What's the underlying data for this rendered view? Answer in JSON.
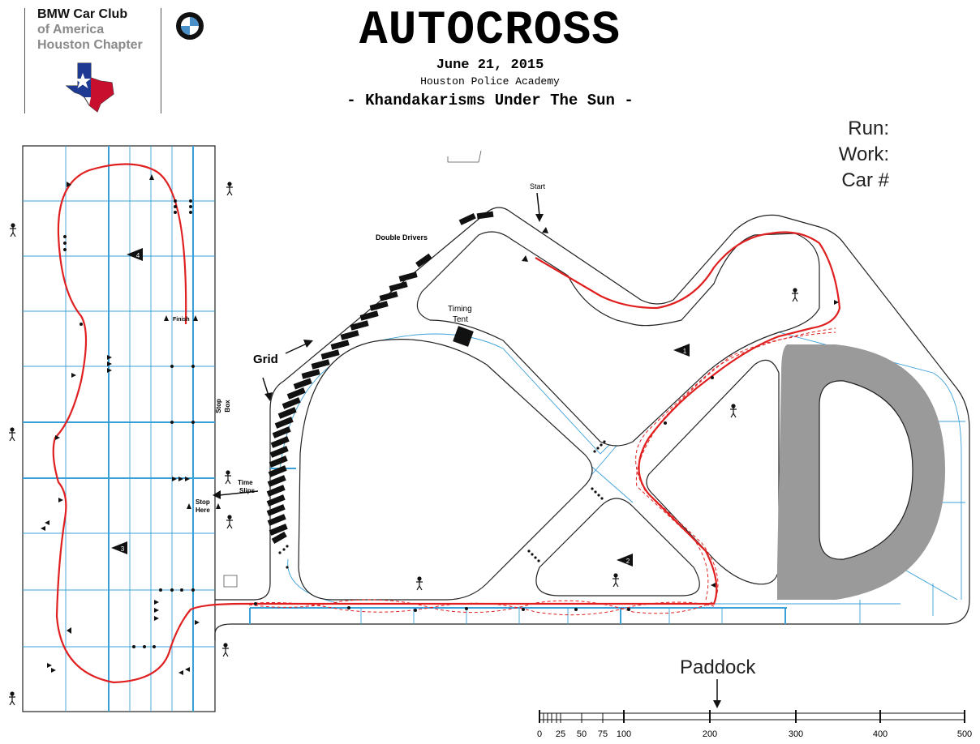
{
  "header": {
    "club_line1": "BMW Car Club",
    "club_line2": "of America",
    "club_line3": "Houston Chapter",
    "title": "AUTOCROSS",
    "date": "June 21, 2015",
    "venue": "Houston Police Academy",
    "subtitle": "- Khandakarisms Under The Sun -"
  },
  "fields": {
    "run": "Run:",
    "work": "Work:",
    "car": "Car #"
  },
  "labels": {
    "start": "Start",
    "double_drivers": "Double Drivers",
    "timing_tent_1": "Timing",
    "timing_tent_2": "Tent",
    "grid": "Grid",
    "stop_box_1": "Stop",
    "stop_box_2": "Box",
    "time_slips_1": "Time",
    "time_slips_2": "Slips",
    "stop_here_1": "Stop",
    "stop_here_2": "Here",
    "finish": "Finish",
    "paddock": "Paddock"
  },
  "markers": [
    "1",
    "2",
    "3",
    "4"
  ],
  "scale": {
    "ticks": [
      "0",
      "25",
      "50",
      "75",
      "100",
      "200",
      "300",
      "400",
      "500"
    ]
  },
  "colors": {
    "route": "#e02020",
    "grid_lines": "#3aa0d8",
    "track": "#222222",
    "skidpad": "#9a9a9a"
  },
  "icons": [
    "texas-flag-icon",
    "bmw-roundel-icon",
    "course-worker-icon",
    "cone-icon",
    "pylon-marker-icon",
    "tent-icon"
  ]
}
